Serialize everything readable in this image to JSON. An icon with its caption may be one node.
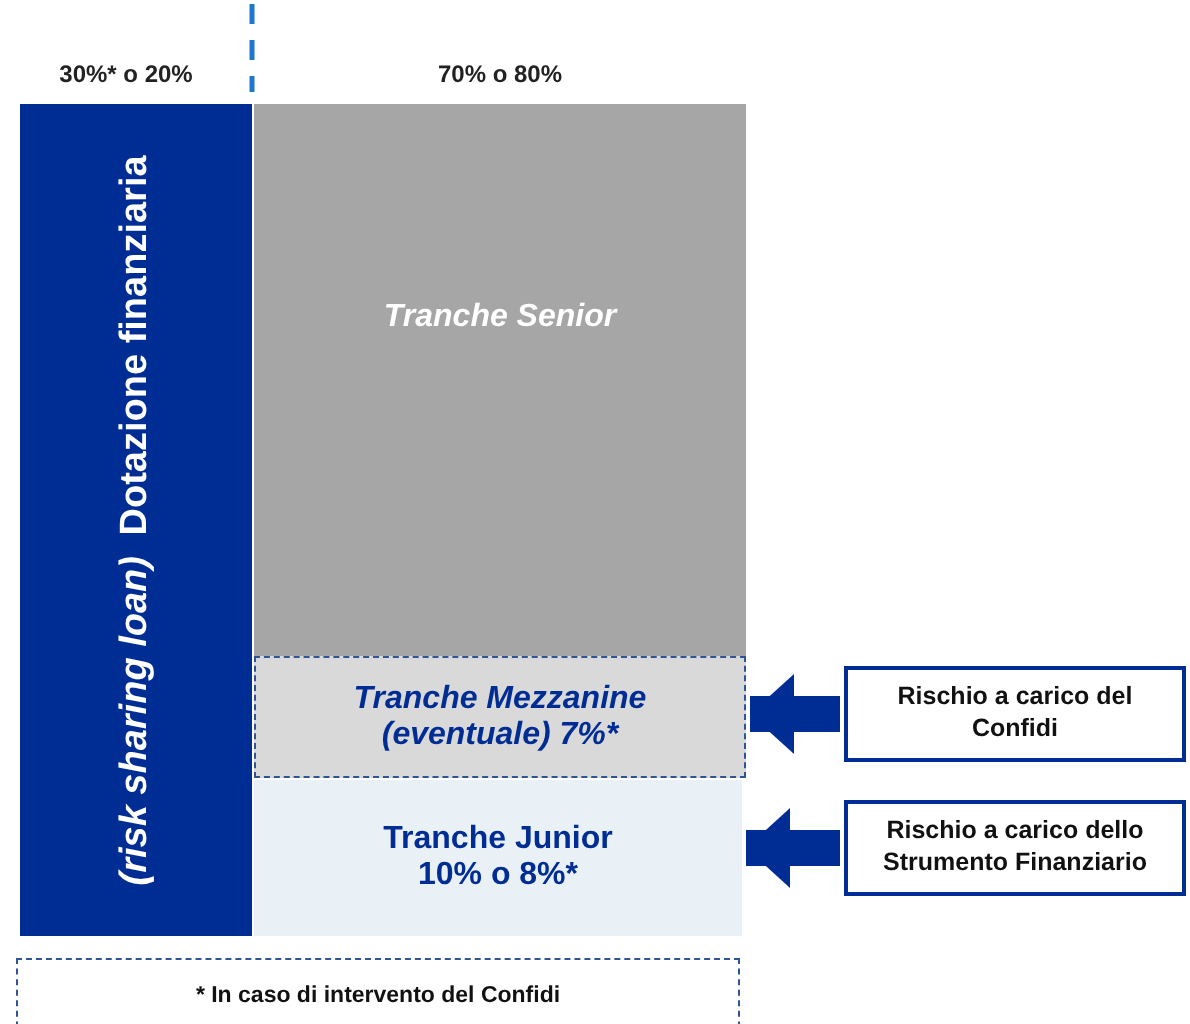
{
  "diagram": {
    "nodes": [
      {
        "text": [
          "Dotazione finanziaria",
          "(risk sharing loan)"
        ],
        "beside": [
          "30%* o 20%"
        ]
      },
      {
        "text": [
          "Tranche Senior"
        ],
        "beside": [
          "70% o 80%"
        ]
      },
      {
        "text": [
          "Tranche Mezzanine (eventuale) 7%*"
        ]
      },
      {
        "text": [
          "Tranche Junior 10% o 8%*"
        ]
      },
      {
        "text": [
          "Rischio a carico del Confidi"
        ]
      },
      {
        "text": [
          "Rischio a carico dello Strumento Finanziario"
        ]
      },
      {
        "text": [
          "* In caso di intervento del Confidi"
        ]
      }
    ],
    "edges": [
      {
        "from": 4,
        "to": 2,
        "arrow": "to"
      },
      {
        "from": 5,
        "to": 3,
        "arrow": "to"
      }
    ]
  }
}
